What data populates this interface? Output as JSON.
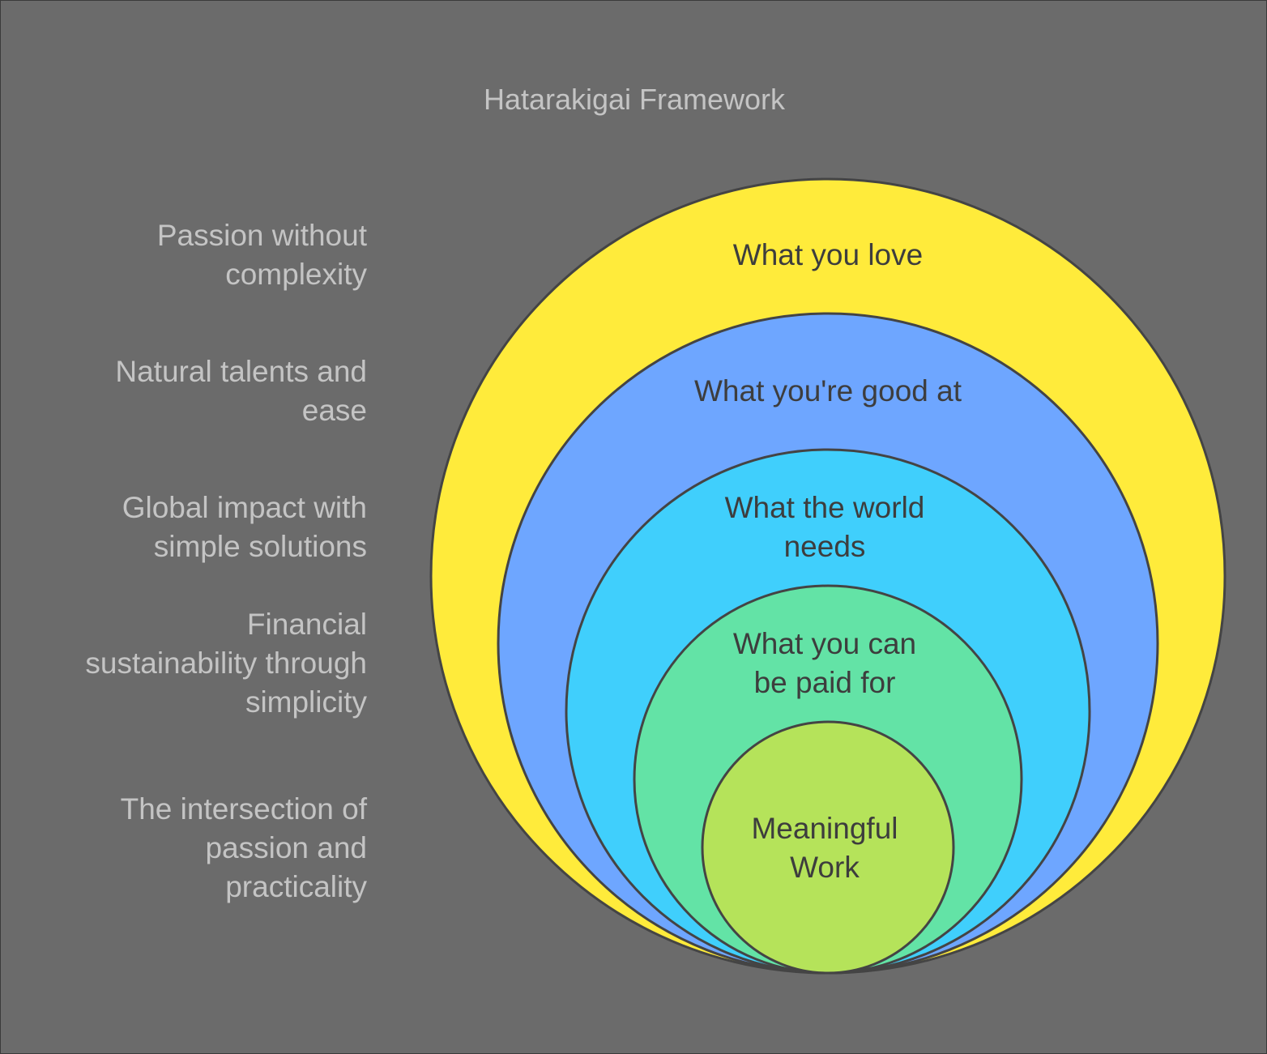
{
  "title": "Hatarakigai Framework",
  "levels": [
    {
      "side_lines": [
        "Passion without",
        "complexity"
      ],
      "ring_lines": [
        "What you love"
      ],
      "color": "#FFEB3B"
    },
    {
      "side_lines": [
        "Natural talents and",
        "ease"
      ],
      "ring_lines": [
        "What you're good at"
      ],
      "color": "#6EA6FF"
    },
    {
      "side_lines": [
        "Global impact with",
        "simple solutions"
      ],
      "ring_lines": [
        "What the world",
        "needs"
      ],
      "color": "#40CFFC"
    },
    {
      "side_lines": [
        "Financial",
        "sustainability through",
        "simplicity"
      ],
      "ring_lines": [
        "What you can",
        "be paid for"
      ],
      "color": "#63E3A6"
    },
    {
      "side_lines": [
        "The intersection of",
        "passion and",
        "practicality"
      ],
      "ring_lines": [
        "Meaningful",
        "Work"
      ],
      "color": "#B5E35A"
    }
  ]
}
